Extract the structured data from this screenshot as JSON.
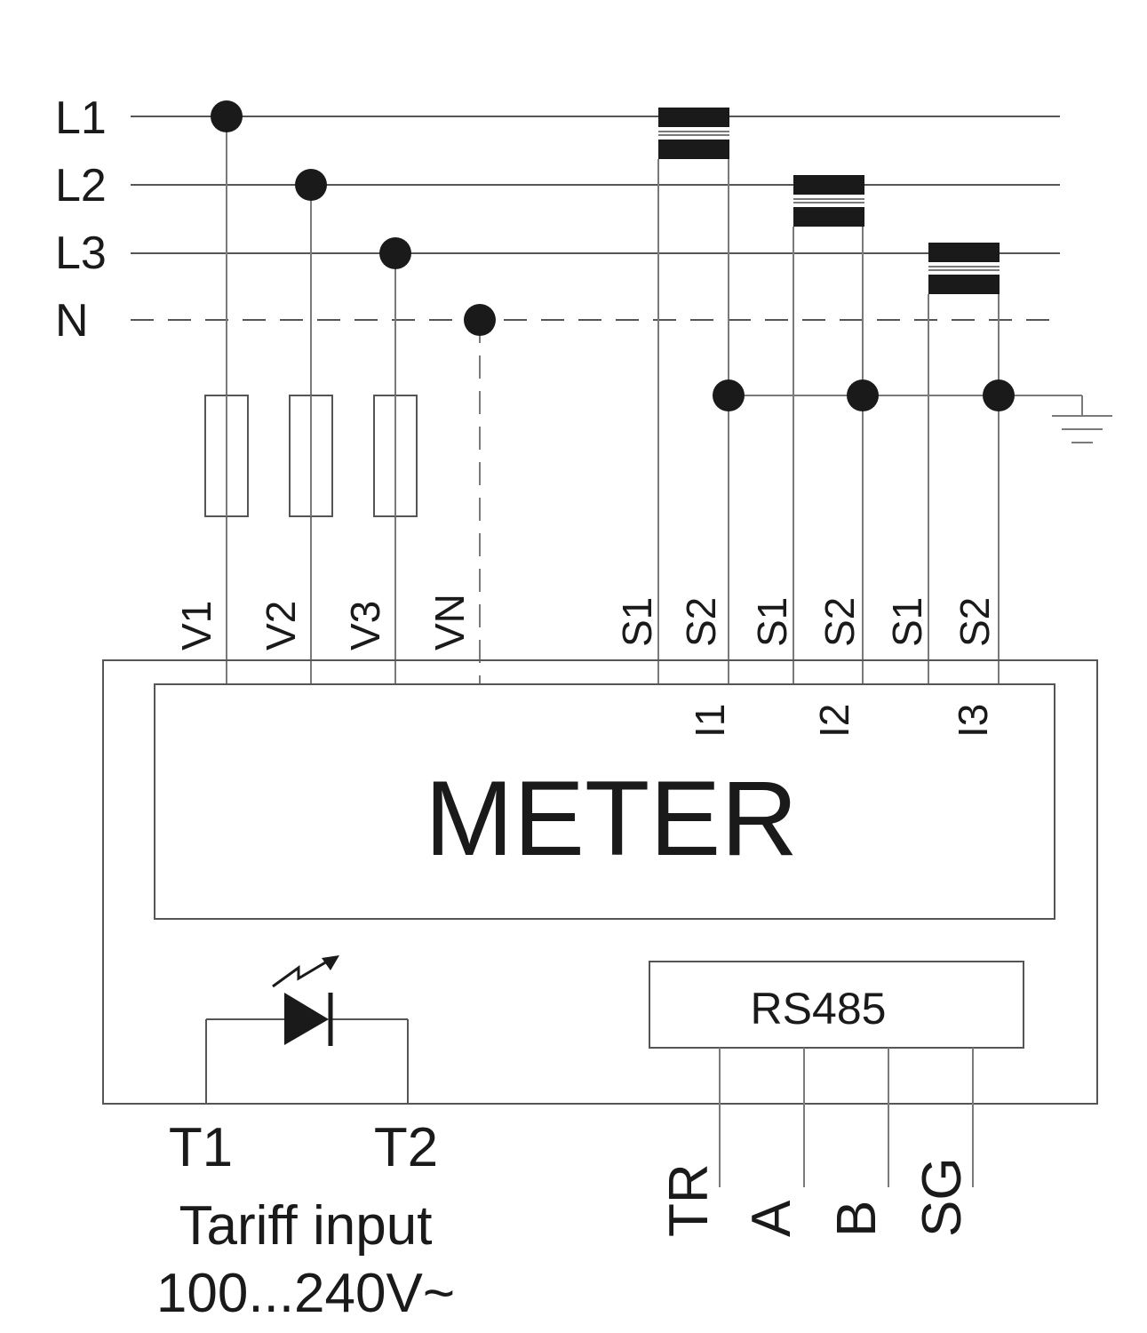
{
  "lines": {
    "l1": "L1",
    "l2": "L2",
    "l3": "L3",
    "n": "N"
  },
  "voltage_terminals": [
    "V1",
    "V2",
    "V3",
    "VN"
  ],
  "current_terminals": [
    "S1",
    "S2",
    "S1",
    "S2",
    "S1",
    "S2"
  ],
  "current_inputs": [
    "I1",
    "I2",
    "I3"
  ],
  "meter_label": "METER",
  "rs485": {
    "label": "RS485",
    "terminals": [
      "TR",
      "A",
      "B",
      "SG"
    ]
  },
  "tariff": {
    "t1": "T1",
    "t2": "T2",
    "label": "Tariff input",
    "voltage": "100...240V~"
  }
}
